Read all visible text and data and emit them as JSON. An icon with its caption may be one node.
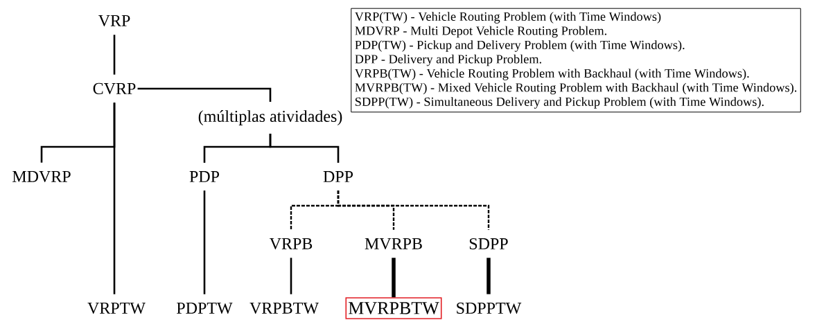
{
  "diagram": {
    "nodes": [
      {
        "text": [
          "VRP"
        ]
      },
      {
        "text": [
          "CVRP"
        ]
      },
      {
        "text": [
          "(múltiplas atividades)"
        ]
      },
      {
        "text": [
          "MDVRP"
        ]
      },
      {
        "text": [
          "PDP"
        ]
      },
      {
        "text": [
          "DPP"
        ]
      },
      {
        "text": [
          "VRPB"
        ]
      },
      {
        "text": [
          "MVRPB"
        ]
      },
      {
        "text": [
          "SDPP"
        ]
      },
      {
        "text": [
          "VRPTW"
        ]
      },
      {
        "text": [
          "PDPTW"
        ]
      },
      {
        "text": [
          "VRPBTW"
        ]
      },
      {
        "text": [
          "MVRPBTW"
        ]
      },
      {
        "text": [
          "SDPPTW"
        ]
      },
      {
        "text": [
          "VRP(TW) - Vehicle Routing Problem (with Time Windows)",
          "MDVRP - Multi Depot Vehicle Routing Problem.",
          "PDP(TW) - Pickup and Delivery Problem (with Time Windows).",
          "DPP - Delivery and Pickup Problem.",
          "VRPB(TW) - Vehicle Routing Problem with Backhaul (with Time Windows).",
          "MVRPB(TW) - Mixed Vehicle Routing Problem with Backhaul (with Time Windows).",
          "SDPP(TW) - Simultaneous Delivery and Pickup Problem (with Time Windows)."
        ]
      }
    ],
    "edges": [
      {
        "from": 0,
        "to": 1,
        "arrow": "none"
      },
      {
        "from": 1,
        "to": 2,
        "arrow": "none"
      },
      {
        "from": 1,
        "to": 3,
        "arrow": "none"
      },
      {
        "from": 1,
        "to": 9,
        "arrow": "none"
      },
      {
        "from": 2,
        "to": 4,
        "arrow": "none"
      },
      {
        "from": 2,
        "to": 5,
        "arrow": "none"
      },
      {
        "from": 5,
        "to": 6,
        "arrow": "none",
        "style": "dashed"
      },
      {
        "from": 5,
        "to": 7,
        "arrow": "none",
        "style": "dashed"
      },
      {
        "from": 5,
        "to": 8,
        "arrow": "none",
        "style": "dashed"
      },
      {
        "from": 4,
        "to": 10,
        "arrow": "none"
      },
      {
        "from": 6,
        "to": 11,
        "arrow": "none"
      },
      {
        "from": 7,
        "to": 12,
        "arrow": "none",
        "style": "thick"
      },
      {
        "from": 8,
        "to": 13,
        "arrow": "none",
        "style": "thick"
      }
    ]
  }
}
